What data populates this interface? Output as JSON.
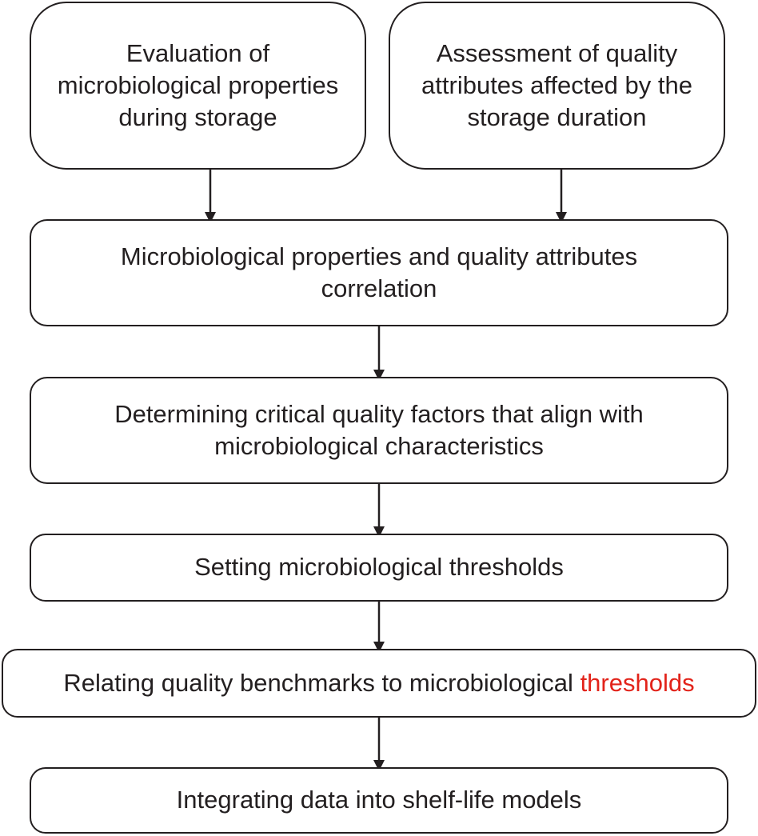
{
  "steps": {
    "step1": "Evaluation of microbiological properties during storage",
    "step2": "Assessment of quality attributes affected by the storage duration",
    "step3": "Microbiological properties and quality attributes correlation",
    "step4": "Determining critical quality factors that align with microbiological characteristics",
    "step5": "Setting microbiological thresholds",
    "step6_prefix": "Relating quality benchmarks to microbiological",
    "step6_highlight": "thresholds",
    "step7": "Integrating data into shelf-life models"
  },
  "colors": {
    "stroke": "#231f20",
    "highlight": "#e2231a"
  }
}
